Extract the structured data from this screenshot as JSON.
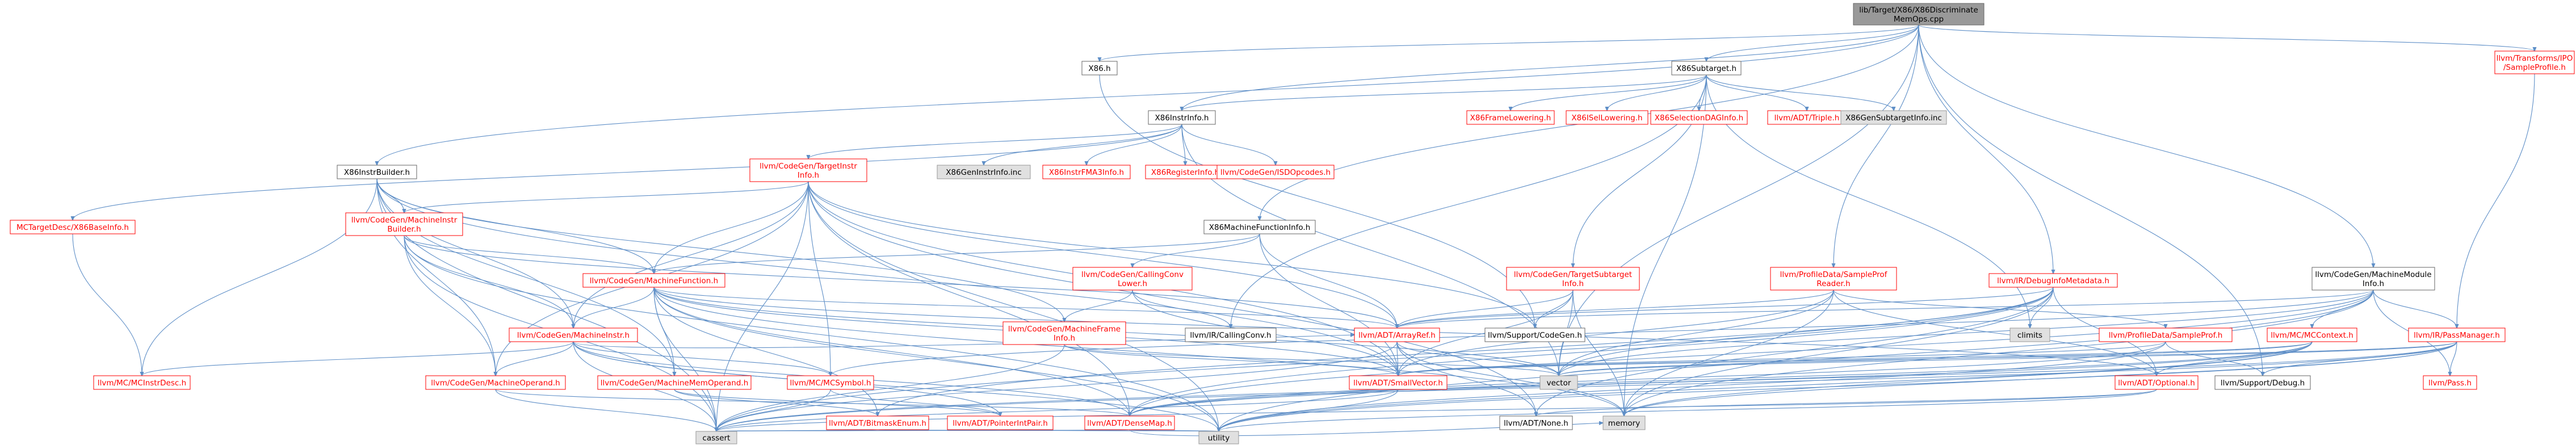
{
  "colors": {
    "edge": "#5f8fc7",
    "root_fill": "#999999",
    "root_border": "#666666",
    "normal_border": "#666666",
    "normal_text": "#000000",
    "red_border": "#ff0000",
    "red_text": "#ff0000",
    "system_fill": "#e0e0e0",
    "system_border": "#999999"
  },
  "nodes": [
    {
      "id": "root",
      "lines": [
        "lib/Target/X86/X86Discriminate",
        "MemOps.cpp"
      ],
      "style": "root"
    },
    {
      "id": "x86h",
      "lines": [
        "X86.h"
      ],
      "style": "normal"
    },
    {
      "id": "x86subtarget",
      "lines": [
        "X86Subtarget.h"
      ],
      "style": "normal"
    },
    {
      "id": "sampleprofile",
      "lines": [
        "llvm/Transforms/IPO",
        "/SampleProfile.h"
      ],
      "style": "red"
    },
    {
      "id": "x86instrinfo",
      "lines": [
        "X86InstrInfo.h"
      ],
      "style": "normal"
    },
    {
      "id": "x86framelowering",
      "lines": [
        "X86FrameLowering.h"
      ],
      "style": "red"
    },
    {
      "id": "x86isellowering",
      "lines": [
        "X86ISelLowering.h"
      ],
      "style": "red"
    },
    {
      "id": "x86selectiondag",
      "lines": [
        "X86SelectionDAGInfo.h"
      ],
      "style": "red"
    },
    {
      "id": "triple",
      "lines": [
        "llvm/ADT/Triple.h"
      ],
      "style": "red"
    },
    {
      "id": "x86gensubtarget",
      "lines": [
        "X86GenSubtargetInfo.inc"
      ],
      "style": "system"
    },
    {
      "id": "x86instrbuilder",
      "lines": [
        "X86InstrBuilder.h"
      ],
      "style": "normal"
    },
    {
      "id": "targetinstrinfo",
      "lines": [
        "llvm/CodeGen/TargetInstr",
        "Info.h"
      ],
      "style": "red"
    },
    {
      "id": "x86geninstr",
      "lines": [
        "X86GenInstrInfo.inc"
      ],
      "style": "system"
    },
    {
      "id": "x86instrfma3",
      "lines": [
        "X86InstrFMA3Info.h"
      ],
      "style": "red"
    },
    {
      "id": "x86registerinfo",
      "lines": [
        "X86RegisterInfo.h"
      ],
      "style": "red"
    },
    {
      "id": "isdopcodes",
      "lines": [
        "llvm/CodeGen/ISDOpcodes.h"
      ],
      "style": "red"
    },
    {
      "id": "x86baseinfo",
      "lines": [
        "MCTargetDesc/X86BaseInfo.h"
      ],
      "style": "red"
    },
    {
      "id": "machineinstrbuilder",
      "lines": [
        "llvm/CodeGen/MachineInstr",
        "Builder.h"
      ],
      "style": "red"
    },
    {
      "id": "x86mfi",
      "lines": [
        "X86MachineFunctionInfo.h"
      ],
      "style": "normal"
    },
    {
      "id": "callingconvlower",
      "lines": [
        "llvm/CodeGen/CallingConv",
        "Lower.h"
      ],
      "style": "red"
    },
    {
      "id": "targetsubtarget",
      "lines": [
        "llvm/CodeGen/TargetSubtarget",
        "Info.h"
      ],
      "style": "red"
    },
    {
      "id": "sampleprofreader",
      "lines": [
        "llvm/ProfileData/SampleProf",
        "Reader.h"
      ],
      "style": "red"
    },
    {
      "id": "debuginfometadata",
      "lines": [
        "llvm/IR/DebugInfoMetadata.h"
      ],
      "style": "red"
    },
    {
      "id": "machinemoduleinfo",
      "lines": [
        "llvm/CodeGen/MachineModule",
        "Info.h"
      ],
      "style": "normal"
    },
    {
      "id": "machinefunction",
      "lines": [
        "llvm/CodeGen/MachineFunction.h"
      ],
      "style": "red"
    },
    {
      "id": "machineframeinfo",
      "lines": [
        "llvm/CodeGen/MachineFrame",
        "Info.h"
      ],
      "style": "red"
    },
    {
      "id": "irconv",
      "lines": [
        "llvm/IR/CallingConv.h"
      ],
      "style": "normal"
    },
    {
      "id": "arrayref",
      "lines": [
        "llvm/ADT/ArrayRef.h"
      ],
      "style": "red"
    },
    {
      "id": "supportcodegen",
      "lines": [
        "llvm/Support/CodeGen.h"
      ],
      "style": "normal"
    },
    {
      "id": "climits",
      "lines": [
        "climits"
      ],
      "style": "system"
    },
    {
      "id": "sampleprof",
      "lines": [
        "llvm/ProfileData/SampleProf.h"
      ],
      "style": "red"
    },
    {
      "id": "mccontext",
      "lines": [
        "llvm/MC/MCContext.h"
      ],
      "style": "red"
    },
    {
      "id": "passmanager",
      "lines": [
        "llvm/IR/PassManager.h"
      ],
      "style": "red"
    },
    {
      "id": "machineinstr",
      "lines": [
        "llvm/CodeGen/MachineInstr.h"
      ],
      "style": "red"
    },
    {
      "id": "mcsymbol",
      "lines": [
        "llvm/MC/MCSymbol.h"
      ],
      "style": "red"
    },
    {
      "id": "smallvector",
      "lines": [
        "llvm/ADT/SmallVector.h"
      ],
      "style": "red"
    },
    {
      "id": "vector",
      "lines": [
        "vector"
      ],
      "style": "system"
    },
    {
      "id": "optional",
      "lines": [
        "llvm/ADT/Optional.h"
      ],
      "style": "red"
    },
    {
      "id": "supportdebug",
      "lines": [
        "llvm/Support/Debug.h"
      ],
      "style": "normal"
    },
    {
      "id": "pass",
      "lines": [
        "llvm/Pass.h"
      ],
      "style": "red"
    },
    {
      "id": "mcinstrdesc",
      "lines": [
        "llvm/MC/MCInstrDesc.h"
      ],
      "style": "red"
    },
    {
      "id": "machineoperand",
      "lines": [
        "llvm/CodeGen/MachineOperand.h"
      ],
      "style": "red"
    },
    {
      "id": "machinememoperand",
      "lines": [
        "llvm/CodeGen/MachineMemOperand.h"
      ],
      "style": "red"
    },
    {
      "id": "bitmaskenum",
      "lines": [
        "llvm/ADT/BitmaskEnum.h"
      ],
      "style": "red"
    },
    {
      "id": "pointerintpair",
      "lines": [
        "llvm/ADT/PointerIntPair.h"
      ],
      "style": "red"
    },
    {
      "id": "densemap",
      "lines": [
        "llvm/ADT/DenseMap.h"
      ],
      "style": "red"
    },
    {
      "id": "none",
      "lines": [
        "llvm/ADT/None.h"
      ],
      "style": "normal"
    },
    {
      "id": "memory",
      "lines": [
        "memory"
      ],
      "style": "system"
    },
    {
      "id": "cassert",
      "lines": [
        "cassert"
      ],
      "style": "system"
    },
    {
      "id": "utility",
      "lines": [
        "utility"
      ],
      "style": "system"
    }
  ],
  "edges": [
    [
      "root",
      "x86h"
    ],
    [
      "root",
      "x86subtarget"
    ],
    [
      "root",
      "x86instrinfo"
    ],
    [
      "root",
      "x86instrbuilder"
    ],
    [
      "root",
      "x86mfi"
    ],
    [
      "root",
      "sampleprofreader"
    ],
    [
      "root",
      "debuginfometadata"
    ],
    [
      "root",
      "machinemoduleinfo"
    ],
    [
      "root",
      "supportdebug"
    ],
    [
      "root",
      "sampleprofile"
    ],
    [
      "root",
      "vector"
    ],
    [
      "x86h",
      "supportcodegen"
    ],
    [
      "x86subtarget",
      "x86framelowering"
    ],
    [
      "x86subtarget",
      "x86isellowering"
    ],
    [
      "x86subtarget",
      "x86selectiondag"
    ],
    [
      "x86subtarget",
      "triple"
    ],
    [
      "x86subtarget",
      "x86gensubtarget"
    ],
    [
      "x86subtarget",
      "x86instrinfo"
    ],
    [
      "x86subtarget",
      "targetsubtarget"
    ],
    [
      "x86subtarget",
      "irconv"
    ],
    [
      "x86subtarget",
      "climits"
    ],
    [
      "x86subtarget",
      "memory"
    ],
    [
      "sampleprofile",
      "passmanager"
    ],
    [
      "x86instrinfo",
      "targetinstrinfo"
    ],
    [
      "x86instrinfo",
      "x86geninstr"
    ],
    [
      "x86instrinfo",
      "x86instrfma3"
    ],
    [
      "x86instrinfo",
      "x86registerinfo"
    ],
    [
      "x86instrinfo",
      "isdopcodes"
    ],
    [
      "x86instrinfo",
      "x86baseinfo"
    ],
    [
      "x86instrinfo",
      "vector"
    ],
    [
      "x86instrbuilder",
      "machineinstrbuilder"
    ],
    [
      "x86instrbuilder",
      "machinefunction"
    ],
    [
      "x86instrbuilder",
      "machineframeinfo"
    ],
    [
      "x86instrbuilder",
      "machineinstr"
    ],
    [
      "x86instrbuilder",
      "machineoperand"
    ],
    [
      "x86instrbuilder",
      "machinememoperand"
    ],
    [
      "x86instrbuilder",
      "mcinstrdesc"
    ],
    [
      "x86instrbuilder",
      "smallvector"
    ],
    [
      "x86instrbuilder",
      "cassert"
    ],
    [
      "targetinstrinfo",
      "machineinstrbuilder"
    ],
    [
      "targetinstrinfo",
      "machinefunction"
    ],
    [
      "targetinstrinfo",
      "machineinstr"
    ],
    [
      "targetinstrinfo",
      "machineoperand"
    ],
    [
      "targetinstrinfo",
      "arrayref"
    ],
    [
      "targetinstrinfo",
      "densemap"
    ],
    [
      "targetinstrinfo",
      "none"
    ],
    [
      "targetinstrinfo",
      "smallvector"
    ],
    [
      "targetinstrinfo",
      "cassert"
    ],
    [
      "targetinstrinfo",
      "utility"
    ],
    [
      "targetinstrinfo",
      "supportcodegen"
    ],
    [
      "targetinstrinfo",
      "mcsymbol"
    ],
    [
      "x86baseinfo",
      "mcinstrdesc"
    ],
    [
      "machineinstrbuilder",
      "arrayref"
    ],
    [
      "machineinstrbuilder",
      "machinefunction"
    ],
    [
      "machineinstrbuilder",
      "machineinstr"
    ],
    [
      "machineinstrbuilder",
      "machineoperand"
    ],
    [
      "machineinstrbuilder",
      "cassert"
    ],
    [
      "machineinstrbuilder",
      "utility"
    ],
    [
      "x86mfi",
      "arrayref"
    ],
    [
      "x86mfi",
      "smallvector"
    ],
    [
      "x86mfi",
      "callingconvlower"
    ],
    [
      "x86mfi",
      "machinefunction"
    ],
    [
      "callingconvlower",
      "irconv"
    ],
    [
      "callingconvlower",
      "machineframeinfo"
    ],
    [
      "callingconvlower",
      "smallvector"
    ],
    [
      "targetsubtarget",
      "arrayref"
    ],
    [
      "targetsubtarget",
      "smallvector"
    ],
    [
      "targetsubtarget",
      "supportcodegen"
    ],
    [
      "targetsubtarget",
      "memory"
    ],
    [
      "targetsubtarget",
      "vector"
    ],
    [
      "sampleprofreader",
      "sampleprof"
    ],
    [
      "sampleprofreader",
      "smallvector"
    ],
    [
      "sampleprofreader",
      "arrayref"
    ],
    [
      "sampleprofreader",
      "optional"
    ],
    [
      "sampleprofreader",
      "memory"
    ],
    [
      "sampleprofreader",
      "vector"
    ],
    [
      "debuginfometadata",
      "arrayref"
    ],
    [
      "debuginfometadata",
      "bitmaskenum"
    ],
    [
      "debuginfometadata",
      "none"
    ],
    [
      "debuginfometadata",
      "optional"
    ],
    [
      "debuginfometadata",
      "climits"
    ],
    [
      "debuginfometadata",
      "cassert"
    ],
    [
      "debuginfometadata",
      "memory"
    ],
    [
      "debuginfometadata",
      "vector"
    ],
    [
      "debuginfometadata",
      "densemap"
    ],
    [
      "machinemoduleinfo",
      "arrayref"
    ],
    [
      "machinemoduleinfo",
      "densemap"
    ],
    [
      "machinemoduleinfo",
      "mccontext"
    ],
    [
      "machinemoduleinfo",
      "mcsymbol"
    ],
    [
      "machinemoduleinfo",
      "pass"
    ],
    [
      "machinemoduleinfo",
      "passmanager"
    ],
    [
      "machinemoduleinfo",
      "memory"
    ],
    [
      "machinemoduleinfo",
      "utility"
    ],
    [
      "machinemoduleinfo",
      "vector"
    ],
    [
      "machinefunction",
      "arrayref"
    ],
    [
      "machinefunction",
      "densemap"
    ],
    [
      "machinefunction",
      "smallvector"
    ],
    [
      "machinefunction",
      "machineinstr"
    ],
    [
      "machinefunction",
      "machinememoperand"
    ],
    [
      "machinefunction",
      "optional"
    ],
    [
      "machinefunction",
      "cassert"
    ],
    [
      "machinefunction",
      "memory"
    ],
    [
      "machinefunction",
      "utility"
    ],
    [
      "machinefunction",
      "vector"
    ],
    [
      "machinefunction",
      "bitmaskenum"
    ],
    [
      "machineframeinfo",
      "smallvector"
    ],
    [
      "machineframeinfo",
      "cassert"
    ],
    [
      "machineframeinfo",
      "vector"
    ],
    [
      "arrayref",
      "none"
    ],
    [
      "arrayref",
      "smallvector"
    ],
    [
      "arrayref",
      "vector"
    ],
    [
      "arrayref",
      "memory"
    ],
    [
      "arrayref",
      "cassert"
    ],
    [
      "sampleprof",
      "densemap"
    ],
    [
      "sampleprof",
      "smallvector"
    ],
    [
      "sampleprof",
      "supportdebug"
    ],
    [
      "sampleprof",
      "utility"
    ],
    [
      "mccontext",
      "densemap"
    ],
    [
      "mccontext",
      "optional"
    ],
    [
      "mccontext",
      "smallvector"
    ],
    [
      "mccontext",
      "cassert"
    ],
    [
      "mccontext",
      "memory"
    ],
    [
      "mccontext",
      "utility"
    ],
    [
      "mccontext",
      "vector"
    ],
    [
      "passmanager",
      "smallvector"
    ],
    [
      "passmanager",
      "pass"
    ],
    [
      "passmanager",
      "supportdebug"
    ],
    [
      "passmanager",
      "densemap"
    ],
    [
      "passmanager",
      "cassert"
    ],
    [
      "passmanager",
      "memory"
    ],
    [
      "passmanager",
      "utility"
    ],
    [
      "passmanager",
      "vector"
    ],
    [
      "machineinstr",
      "densemap"
    ],
    [
      "machineinstr",
      "pointerintpair"
    ],
    [
      "machineinstr",
      "arrayref"
    ],
    [
      "machineinstr",
      "machineoperand"
    ],
    [
      "machineinstr",
      "mcinstrdesc"
    ],
    [
      "machineinstr",
      "mcsymbol"
    ],
    [
      "machineinstr",
      "cassert"
    ],
    [
      "machineinstr",
      "utility"
    ],
    [
      "mcsymbol",
      "pointerintpair"
    ],
    [
      "mcsymbol",
      "cassert"
    ],
    [
      "smallvector",
      "cassert"
    ],
    [
      "smallvector",
      "utility"
    ],
    [
      "optional",
      "cassert"
    ],
    [
      "optional",
      "utility"
    ],
    [
      "optional",
      "none"
    ],
    [
      "machineoperand",
      "densemap"
    ],
    [
      "machineoperand",
      "cassert"
    ],
    [
      "machinememoperand",
      "pointerintpair"
    ],
    [
      "machinememoperand",
      "bitmaskenum"
    ],
    [
      "bitmaskenum",
      "cassert"
    ],
    [
      "bitmaskenum",
      "utility"
    ],
    [
      "pointerintpair",
      "cassert"
    ],
    [
      "pointerintpair",
      "utility"
    ],
    [
      "densemap",
      "cassert"
    ],
    [
      "densemap",
      "utility"
    ],
    [
      "densemap",
      "memory"
    ]
  ]
}
